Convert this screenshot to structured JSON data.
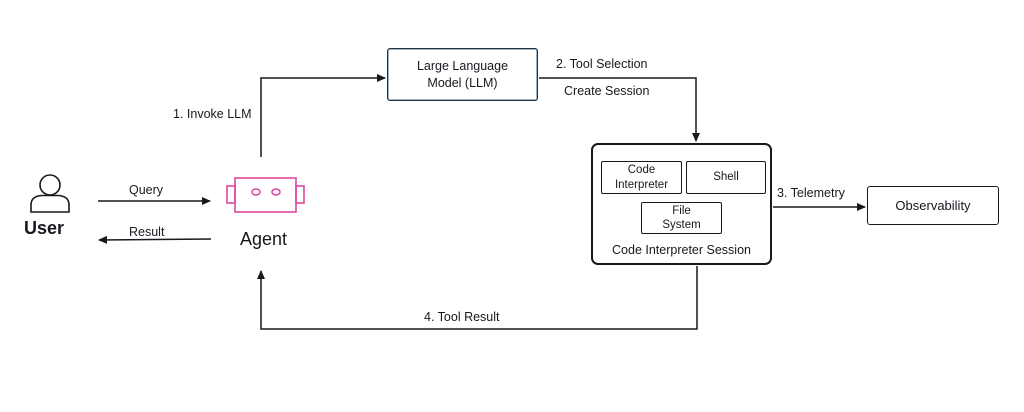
{
  "actors": {
    "user_label": "User",
    "agent_label": "Agent"
  },
  "nodes": {
    "llm": {
      "line1": "Large Language",
      "line2": "Model (LLM)"
    },
    "session": {
      "title": "Code Interpreter Session",
      "code_interpreter_line1": "Code",
      "code_interpreter_line2": "Interpreter",
      "shell": "Shell",
      "file_system_line1": "File",
      "file_system_line2": "System"
    },
    "observability": "Observability"
  },
  "edges": {
    "query": "Query",
    "result": "Result",
    "invoke_llm": "1. Invoke LLM",
    "tool_selection": "2. Tool Selection",
    "create_session": "Create Session",
    "telemetry": "3. Telemetry",
    "tool_result": "4. Tool Result"
  },
  "colors": {
    "line": "#16191f",
    "agent_icon": "#e0479e",
    "llm_border": "#232f3e"
  },
  "icons": {
    "user": "user-icon",
    "agent": "robot-icon"
  }
}
